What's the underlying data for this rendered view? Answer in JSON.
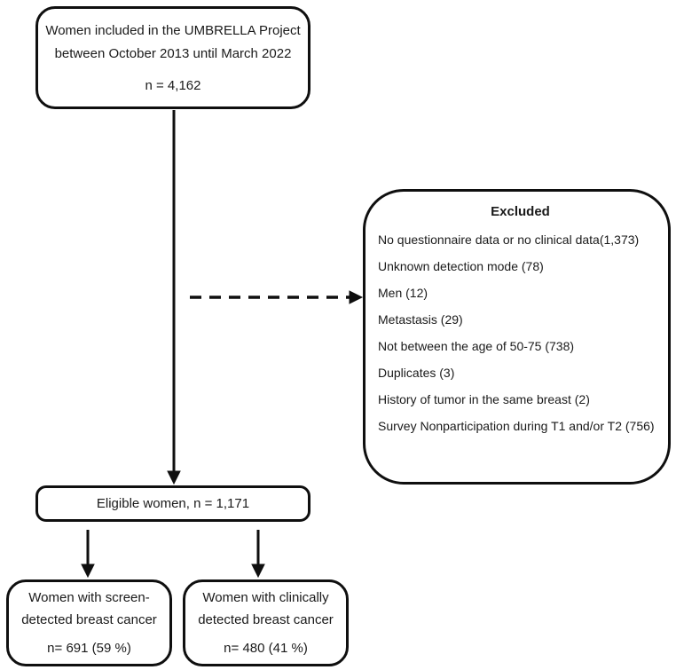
{
  "flowchart": {
    "colors": {
      "line": "#0f0f0f",
      "background": "#ffffff",
      "text": "#1a1a1a"
    },
    "top_box": {
      "line1": "Women included in the UMBRELLA Project",
      "line2": "between October 2013 until March 2022",
      "n": "n = 4,162"
    },
    "excluded_box": {
      "title": "Excluded",
      "items": [
        "No questionnaire data or no clinical data(1,373)",
        "Unknown detection mode (78)",
        "Men (12)",
        "Metastasis (29)",
        "Not between the age of 50-75 (738)",
        "Duplicates (3)",
        "History of tumor in the same breast (2)",
        "Survey Nonparticipation during T1 and/or T2 (756)"
      ]
    },
    "eligible_box": {
      "label": "Eligible women, n = 1,171"
    },
    "screen_detected_box": {
      "line1": "Women with screen-",
      "line2": "detected breast cancer",
      "n": "n= 691 (59 %)"
    },
    "clinically_detected_box": {
      "line1": "Women with clinically",
      "line2": "detected breast cancer",
      "n": "n= 480 (41 %)"
    }
  }
}
